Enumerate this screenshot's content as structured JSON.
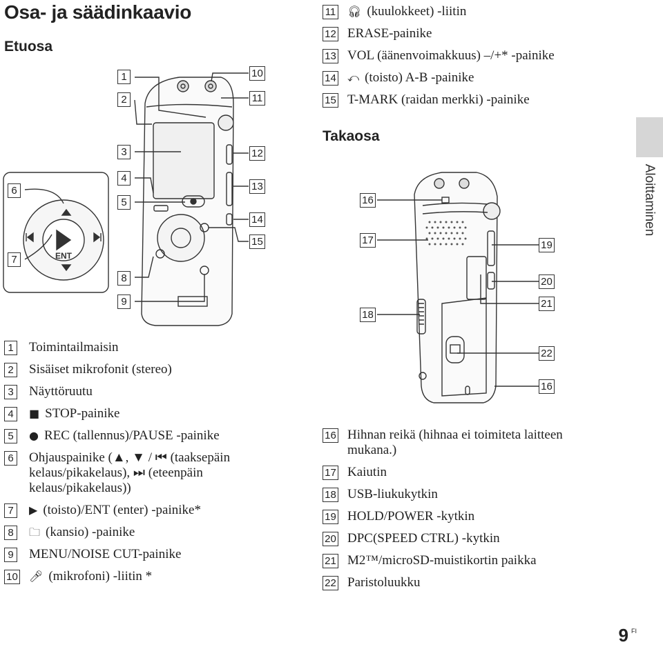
{
  "title": "Osa- ja säädinkaavio",
  "front_heading": "Etuosa",
  "back_heading": "Takaosa",
  "side_tab_label": "Aloittaminen",
  "page_number": "9",
  "page_suffix": "FI",
  "callouts_front": [
    "1",
    "2",
    "3",
    "4",
    "5",
    "6",
    "7",
    "8",
    "9",
    "10",
    "11",
    "12",
    "13",
    "14",
    "15"
  ],
  "callouts_back": [
    "16",
    "17",
    "18",
    "19",
    "20",
    "21",
    "22",
    "16"
  ],
  "list_left": [
    {
      "n": "1",
      "icon": "",
      "text": "Toimintailmaisin"
    },
    {
      "n": "2",
      "icon": "",
      "text": "Sisäiset mikrofonit (stereo)"
    },
    {
      "n": "3",
      "icon": "",
      "text": "Näyttöruutu"
    },
    {
      "n": "4",
      "icon": "stop-icon",
      "text": "STOP-painike"
    },
    {
      "n": "5",
      "icon": "record-icon",
      "text": "REC (tallennus)/PAUSE -painike"
    },
    {
      "n": "6",
      "icon": "",
      "text": "Ohjauspainike (▲, ▼ / ⏮ (taaksepäin kelaus/pikakelaus), ⏭ (eteenpäin kelaus/pikakelaus))"
    },
    {
      "n": "7",
      "icon": "play-icon",
      "text": "(toisto)/ENT (enter) -painike*"
    },
    {
      "n": "8",
      "icon": "folder-icon",
      "text": "(kansio) -painike"
    },
    {
      "n": "9",
      "icon": "",
      "text": "MENU/NOISE CUT-painike"
    },
    {
      "n": "10",
      "icon": "microphone-icon",
      "text": "(mikrofoni) -liitin *"
    }
  ],
  "list_top_right": [
    {
      "n": "11",
      "icon": "headphones-icon",
      "text": "(kuulokkeet) -liitin"
    },
    {
      "n": "12",
      "icon": "",
      "text": "ERASE-painike"
    },
    {
      "n": "13",
      "icon": "",
      "text": "VOL (äänenvoimakkuus) –/+* -painike"
    },
    {
      "n": "14",
      "icon": "repeat-icon",
      "text": "(toisto) A-B -painike"
    },
    {
      "n": "15",
      "icon": "",
      "text": "T-MARK (raidan merkki) -painike"
    }
  ],
  "list_bottom_right": [
    {
      "n": "16",
      "icon": "",
      "text": "Hihnan reikä (hihnaa ei toimiteta laitteen mukana.)"
    },
    {
      "n": "17",
      "icon": "",
      "text": "Kaiutin"
    },
    {
      "n": "18",
      "icon": "",
      "text": "USB-liukukytkin"
    },
    {
      "n": "19",
      "icon": "",
      "text": "HOLD/POWER -kytkin"
    },
    {
      "n": "20",
      "icon": "",
      "text": "DPC(SPEED CTRL) -kytkin"
    },
    {
      "n": "21",
      "icon": "",
      "text": "M2™/microSD-muistikortin paikka"
    },
    {
      "n": "22",
      "icon": "",
      "text": "Paristoluukku"
    }
  ]
}
